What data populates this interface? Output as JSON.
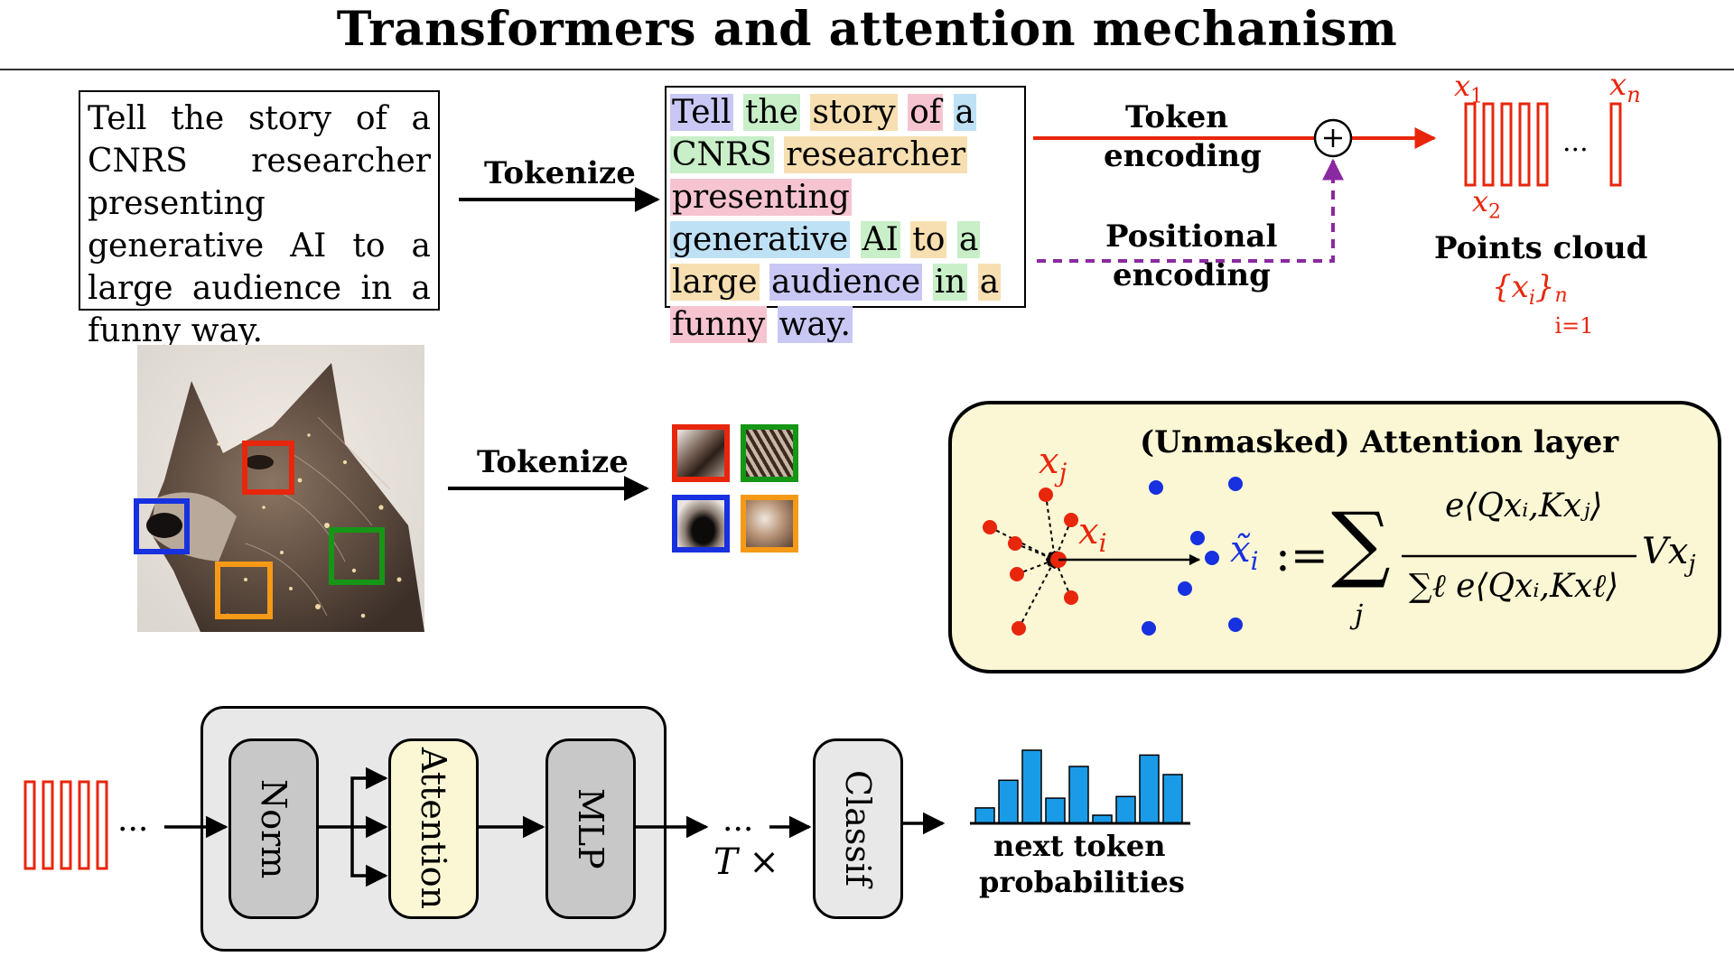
{
  "title": "Transformers and attention mechanism",
  "prompt_text": "Tell the story of a CNRS researcher presenting generative AI to a large audience in a funny way.",
  "tokens": [
    {
      "text": "Tell",
      "color": "#c9c8f4"
    },
    {
      "text": "the",
      "color": "#c8efc8"
    },
    {
      "text": "story",
      "color": "#f7dfb1"
    },
    {
      "text": "of",
      "color": "#f6c4d0"
    },
    {
      "text": "a",
      "color": "#bfe1f5"
    },
    {
      "text": "CNRS",
      "color": "#c8efc8"
    },
    {
      "text": "researcher",
      "color": "#f7dfb1"
    },
    {
      "text": "presenting",
      "color": "#f6c4d0"
    },
    {
      "text": "generative",
      "color": "#bfe1f5"
    },
    {
      "text": "AI",
      "color": "#c8efc8"
    },
    {
      "text": "to",
      "color": "#f7dfb1"
    },
    {
      "text": "a",
      "color": "#c8efc8"
    },
    {
      "text": "large",
      "color": "#f7dfb1"
    },
    {
      "text": "audience",
      "color": "#c9c8f4"
    },
    {
      "text": "in",
      "color": "#c8efc8"
    },
    {
      "text": "a",
      "color": "#f7dfb1"
    },
    {
      "text": "funny",
      "color": "#f6c4d0"
    },
    {
      "text": "way.",
      "color": "#c9c8f4"
    }
  ],
  "labels": {
    "tokenize_text": "Tokenize",
    "tokenize_image": "Tokenize",
    "token_encoding_1": "Token",
    "token_encoding_2": "encoding",
    "positional_encoding_1": "Positional",
    "positional_encoding_2": "encoding",
    "x1": "x",
    "x1_sub": "1",
    "x2": "x",
    "x2_sub": "2",
    "xn": "x",
    "xn_sub": "n",
    "ellipsis": "...",
    "points_cloud": "Points cloud",
    "points_set": "{x",
    "points_set_i": "i",
    "points_set_close": "}",
    "points_set_sup": "n",
    "points_set_sub": "i=1"
  },
  "attention": {
    "title": "(Unmasked) Attention layer",
    "xj": "x",
    "xj_sub": "j",
    "xi": "x",
    "xi_sub": "i",
    "xtilde": "x̃",
    "xtilde_sub": "i",
    "assign": ":=",
    "sum": "∑",
    "sum_index": "j",
    "numerator": "e⟨Qxᵢ,Kxⱼ⟩",
    "denominator": "∑ℓ e⟨Qxᵢ,Kxℓ⟩",
    "tail": "Vx",
    "tail_sub": "j"
  },
  "pipeline": {
    "norm": "Norm",
    "attention": "Attention",
    "mlp": "MLP",
    "repeat": "T ×",
    "classif": "Classif",
    "output_1": "next token",
    "output_2": "probabilities",
    "ellipsis_1": "...",
    "ellipsis_2": "..."
  },
  "next_token_probabilities": [
    0.19,
    0.53,
    0.9,
    0.31,
    0.7,
    0.1,
    0.33,
    0.84,
    0.6
  ],
  "colors": {
    "token_arrow": "#e8260c",
    "positional_arrow": "#8a2aa0",
    "point_red": "#e8260c",
    "point_blue": "#1730e0",
    "bar": "#1a9be8",
    "attn_bg": "#fbf7d4",
    "attn_block_bg": "#fbf7d4",
    "block_bg": "#c8c8c8",
    "outer_bg": "#e8e8e8",
    "patch_red": "#e8260c",
    "patch_green": "#169616",
    "patch_blue": "#1730e0",
    "patch_orange": "#f59a16"
  }
}
